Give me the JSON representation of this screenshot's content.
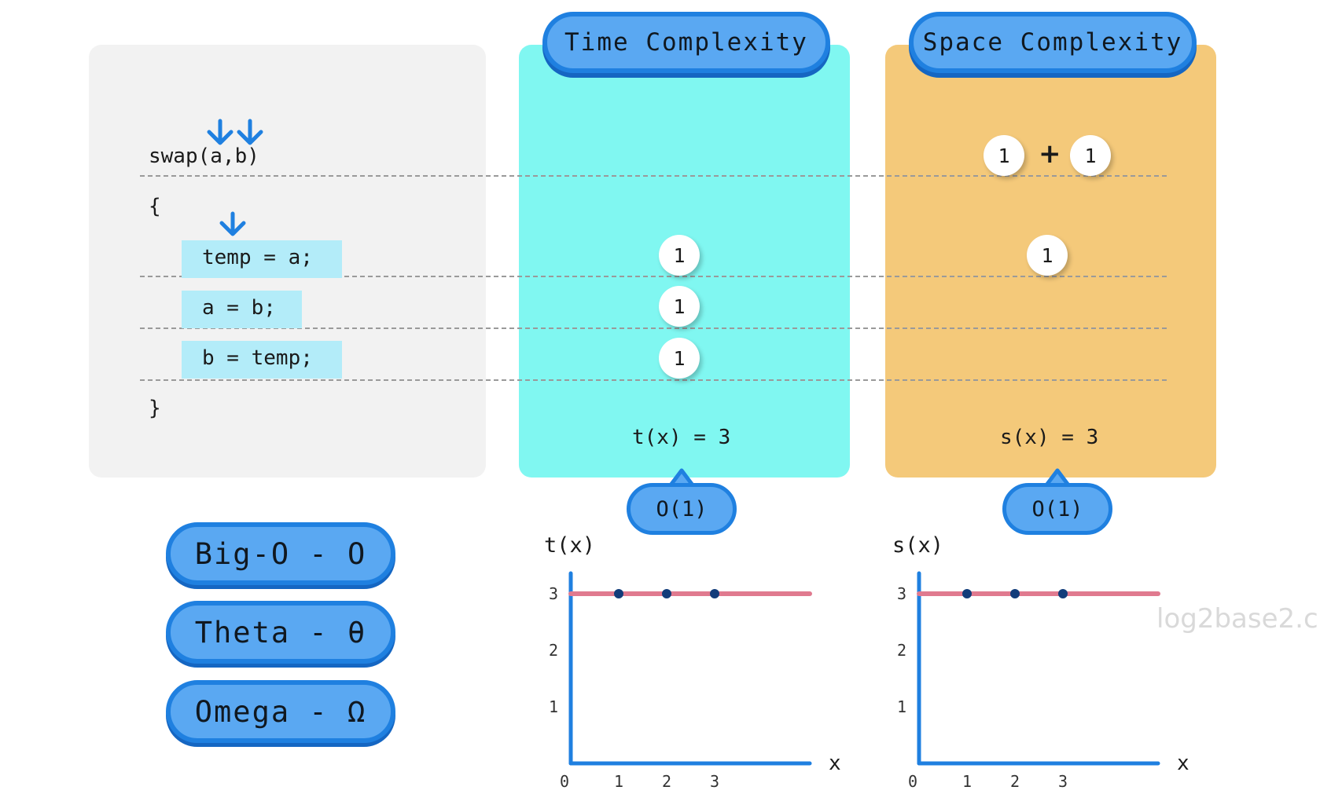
{
  "code": {
    "signature": "swap(a,b)",
    "open_brace": "{",
    "lines": [
      "temp = a;",
      "a = b;",
      "b = temp;"
    ],
    "close_brace": "}"
  },
  "time": {
    "header": "Time Complexity",
    "steps": [
      "1",
      "1",
      "1"
    ],
    "formula": "t(x) = 3",
    "order": "O(1)",
    "bg_color": "#80f7f1"
  },
  "space": {
    "header": "Space Complexity",
    "param_left": "1",
    "plus": "+",
    "param_right": "1",
    "temp": "1",
    "formula": "s(x) = 3",
    "order": "O(1)",
    "bg_color": "#f4c97a"
  },
  "notations": [
    "Big-O - O",
    "Theta - θ",
    "Omega - Ω"
  ],
  "chart_data": [
    {
      "type": "line",
      "ylabel": "t(x)",
      "xlabel": "x",
      "x_ticks": [
        "0",
        "1",
        "2",
        "3"
      ],
      "y_ticks": [
        "1",
        "2",
        "3"
      ],
      "x": [
        1,
        2,
        3
      ],
      "values": [
        3,
        3,
        3
      ],
      "xlim": [
        0,
        5
      ],
      "ylim": [
        0,
        3.5
      ],
      "line_color": "#e07a8f",
      "point_color": "#123c7a"
    },
    {
      "type": "line",
      "ylabel": "s(x)",
      "xlabel": "x",
      "x_ticks": [
        "0",
        "1",
        "2",
        "3"
      ],
      "y_ticks": [
        "1",
        "2",
        "3"
      ],
      "x": [
        1,
        2,
        3
      ],
      "values": [
        3,
        3,
        3
      ],
      "xlim": [
        0,
        5
      ],
      "ylim": [
        0,
        3.5
      ],
      "line_color": "#e07a8f",
      "point_color": "#123c7a"
    }
  ],
  "watermark": "log2base2.c",
  "colors": {
    "accent": "#1f80e0",
    "pill_fill": "#5aa8f2",
    "highlight": "#b3ecf9",
    "code_bg": "#f2f2f2"
  }
}
